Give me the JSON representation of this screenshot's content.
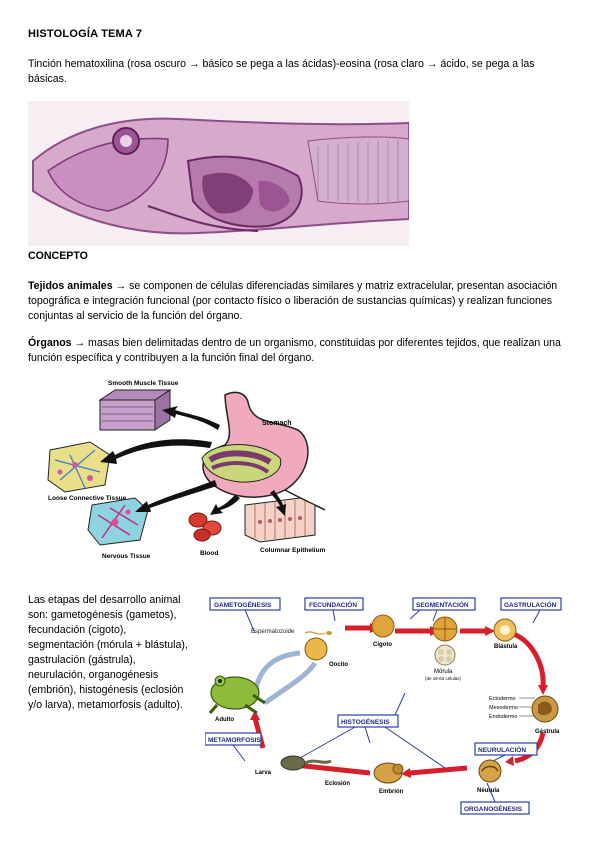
{
  "doc": {
    "title": "HISTOLOGÍA TEMA 7",
    "intro": "Tinción hematoxilina (rosa oscuro → básico se pega a las ácidas)-eosina (rosa claro → ácido, se pega a las básicas.",
    "section_heading": "CONCEPTO",
    "tejidos_term": "Tejidos animales",
    "tejidos_text": " → se componen de células diferenciadas similares y matriz extracelular, presentan asociación topográfica e integración funcional (por contacto físico o liberación de sustancias químicas) y realizan funciones conjuntas al servicio de la función del órgano.",
    "organos_term": "Órganos",
    "organos_text": " → masas bien delimitadas dentro de un organismo, constituidas por diferentes tejidos, que realizan una función específica y contribuyen a la función final del órgano.",
    "desarrollo_text": "Las etapas del desarrollo animal son: gametogénesis (gametos), fecundación (cigoto), segmentación (mórula + blástula), gastrulación (gástrula), neurulación, organogénesis (embrión), histogénesis (eclosión y/o larva), metamorfosis (adulto)."
  },
  "tissue_figure": {
    "smooth_muscle": "Smooth Muscle Tissue",
    "stomach": "Stomach",
    "loose_connective": "Loose Connective Tissue",
    "nervous": "Nervous Tissue",
    "blood": "Blood",
    "columnar": "Columnar Epithelium"
  },
  "cycle_figure": {
    "gametogenesis": "GAMETOGÉNESIS",
    "fecundacion": "FECUNDACIÓN",
    "segmentacion": "SEGMENTACIÓN",
    "gastrulacion": "GASTRULACIÓN",
    "espermatozoide": "Espermatozoide",
    "oocito": "Oocito",
    "cigoto": "Cigoto",
    "blastula": "Blástula",
    "morula": "Mórula",
    "morula_note": "(de 16-64 células)",
    "ectodermo": "Ectodermo",
    "mesodermo": "Mesodermo",
    "endodermo": "Endodermo",
    "gastrula": "Gástrula",
    "adulto": "Adulto",
    "histogenesis": "HISTOGÉNESIS",
    "metamorfosis": "METAMORFOSIS",
    "neurulacion": "NEURULACIÓN",
    "larva": "Larva",
    "eclosion": "Eclosión",
    "embrion": "Embrión",
    "neurula": "Néurula",
    "organogenesis": "ORGANOGÉNESIS"
  }
}
